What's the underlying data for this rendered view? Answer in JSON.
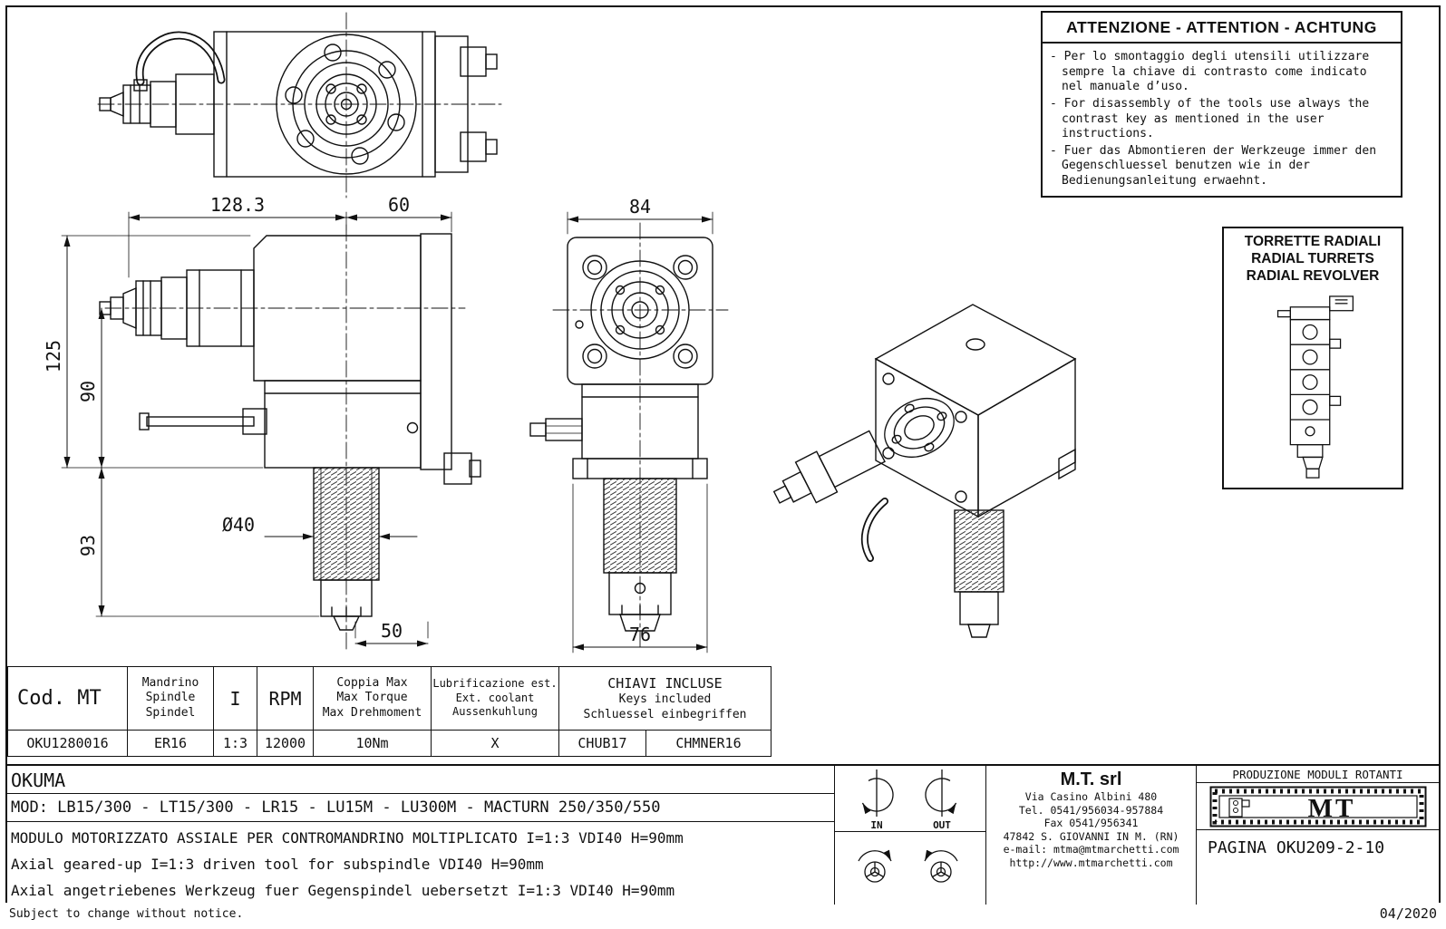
{
  "warning": {
    "title": "ATTENZIONE - ATTENTION - ACHTUNG",
    "items": [
      "- Per lo smontaggio degli utensili utilizzare sempre la chiave di contrasto come indicato nel manuale d’uso.",
      "- For disassembly of the tools use always the contrast key as mentioned in the user instructions.",
      "- Fuer das Abmontieren der Werkzeuge immer den Gegenschluessel benutzen wie in der Bedienungsanleitung erwaehnt."
    ]
  },
  "radial_turrets": {
    "title_lines": [
      "TORRETTE RADIALI",
      "RADIAL TURRETS",
      "RADIAL REVOLVER"
    ]
  },
  "dims": {
    "d128": "128.3",
    "d60": "60",
    "d84": "84",
    "d125": "125",
    "d90": "90",
    "d93": "93",
    "d40": "Ø40",
    "d50": "50",
    "d76": "76"
  },
  "spec_table": {
    "col_cod": "Cod. MT",
    "col_mandrino": [
      "Mandrino",
      "Spindle",
      "Spindel"
    ],
    "col_ratio": "I",
    "col_rpm": "RPM",
    "col_torque": [
      "Coppia Max",
      "Max Torque",
      "Max Drehmoment"
    ],
    "col_coolant": [
      "Lubrificazione est.",
      "Ext. coolant",
      "Aussenkuhlung"
    ],
    "col_keys": [
      "CHIAVI INCLUSE",
      "Keys included",
      "Schluessel einbegriffen"
    ],
    "row": {
      "cod": "OKU1280016",
      "mandrino": "ER16",
      "ratio": "1:3",
      "rpm": "12000",
      "torque": "10Nm",
      "coolant": "X",
      "key1": "CHUB17",
      "key2": "CHMNER16"
    }
  },
  "title_block": {
    "brand": "OKUMA",
    "models": "MOD: LB15/300 - LT15/300 - LR15 - LU15M - LU300M - MACTURN 250/350/550",
    "description_it": "MODULO MOTORIZZATO ASSIALE PER CONTROMANDRINO MOLTIPLICATO I=1:3 VDI40 H=90mm",
    "description_en": "Axial geared-up I=1:3 driven tool for subspindle VDI40 H=90mm",
    "description_de": "Axial angetriebenes Werkzeug fuer Gegenspindel uebersetzt I=1:3 VDI40 H=90mm"
  },
  "rotation": {
    "in_label": "IN",
    "out_label": "OUT"
  },
  "company": {
    "name": "M.T. srl",
    "address": "Via Casino Albini 480",
    "phone": "Tel. 0541/956034-957884",
    "fax": "Fax 0541/956341",
    "city": "47842 S. GIOVANNI IN M. (RN)",
    "email": "e-mail: mtma@mtmarchetti.com",
    "website": "http://www.mtmarchetti.com"
  },
  "production_label": "PRODUZIONE MODULI ROTANTI",
  "logo_text": "MT",
  "page_label": "PAGINA OKU209-2-10",
  "footer": {
    "note": "Subject to change without notice.",
    "date": "04/2020"
  }
}
